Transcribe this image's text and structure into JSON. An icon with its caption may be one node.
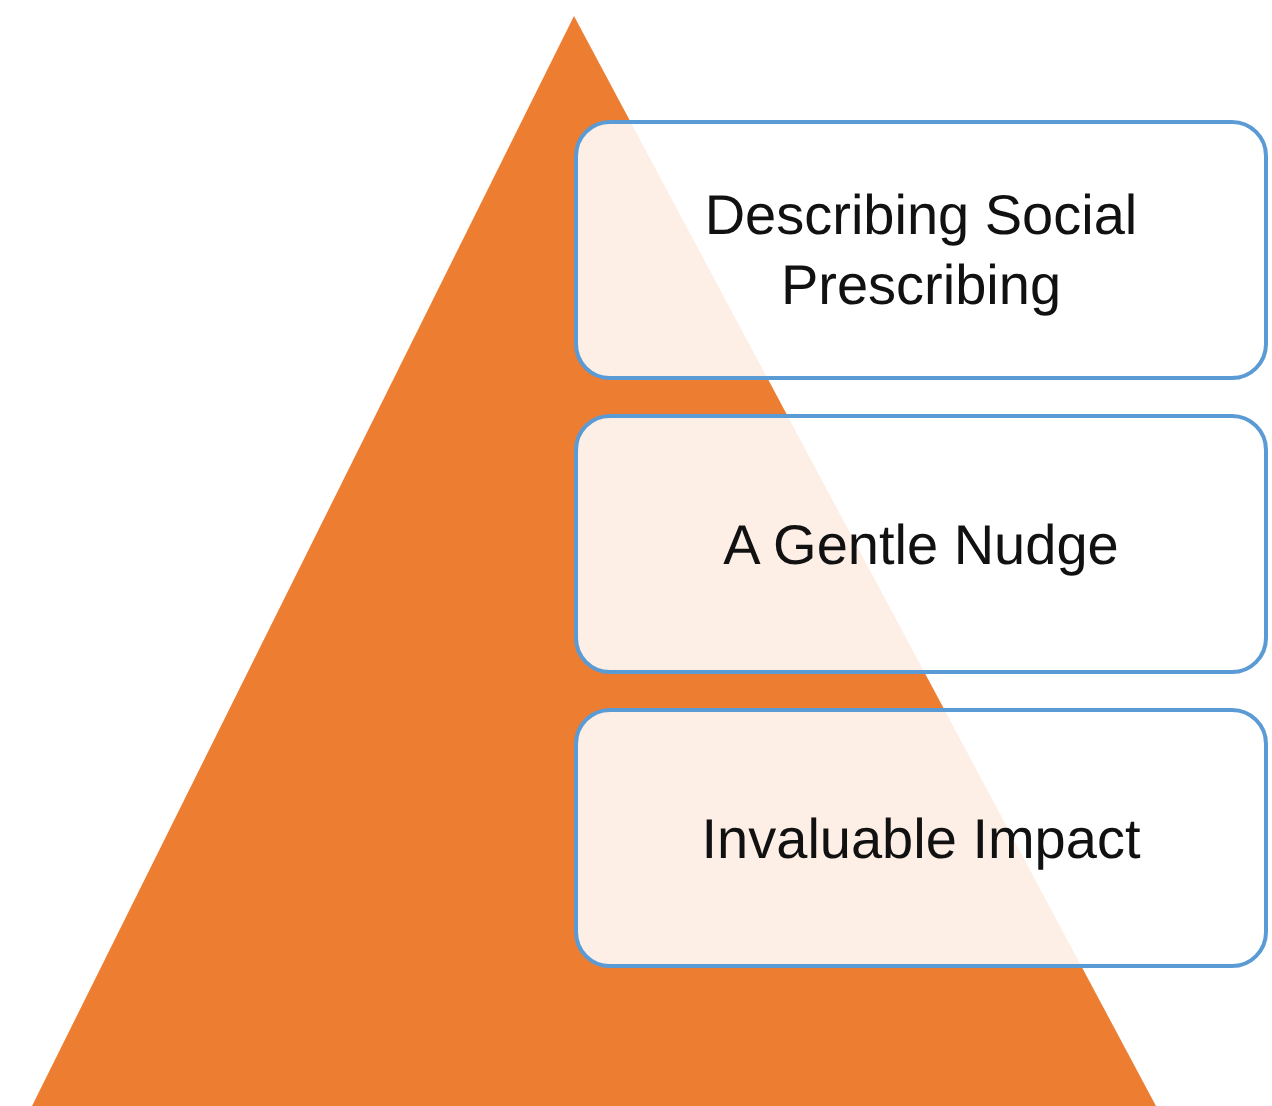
{
  "diagram": {
    "nodes": [
      {
        "text": [
          "Describing Social Prescribing"
        ]
      },
      {
        "text": [
          "A Gentle Nudge"
        ]
      },
      {
        "text": [
          "Invaluable Impact"
        ]
      }
    ]
  }
}
